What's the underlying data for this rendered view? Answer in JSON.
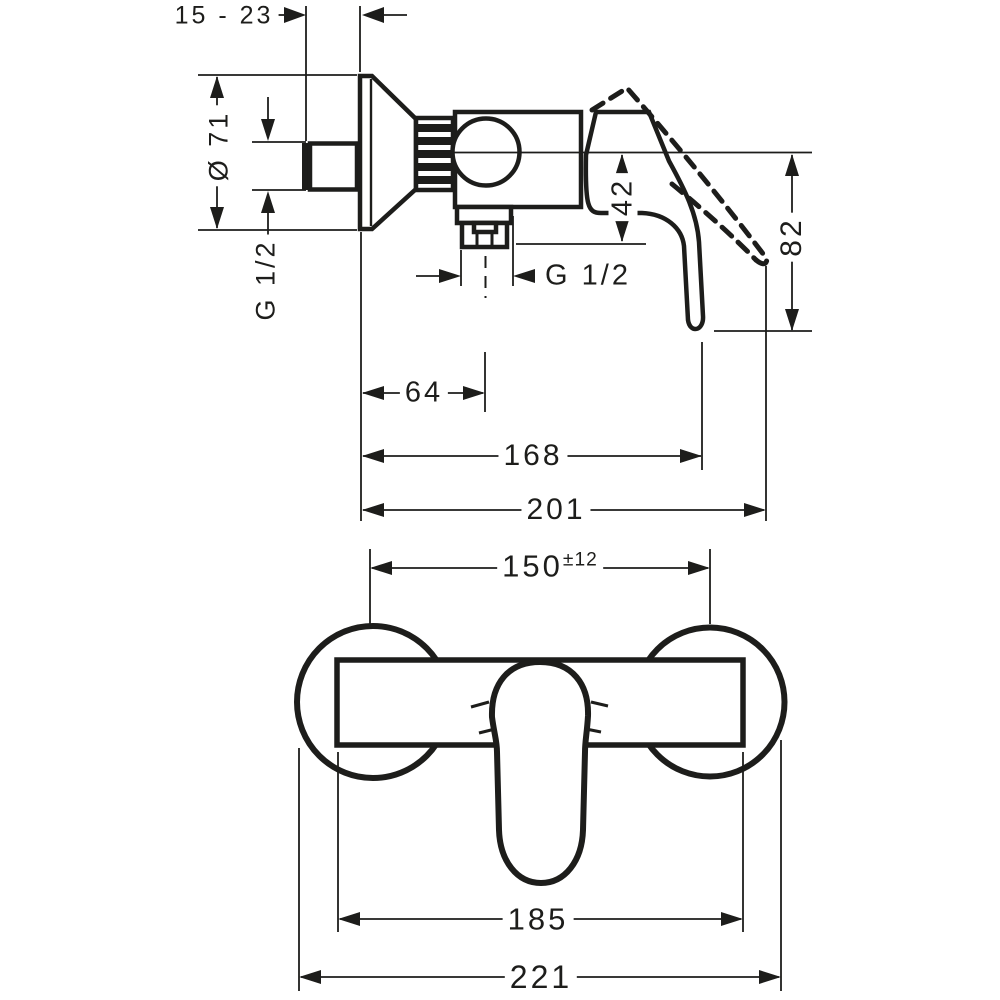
{
  "drawing": {
    "type": "technical-dimension-drawing",
    "product": "wall-mounted single-lever shower mixer, side view and front view",
    "colors": {
      "line": "#1d1d1b",
      "background": "#ffffff"
    },
    "side_view": {
      "labels": {
        "depth_range": "15 - 23",
        "escutcheon_diameter": "Ø 71",
        "wall_thread": "G 1/2",
        "outlet_drop": "42",
        "outlet_thread": "G 1/2",
        "wall_to_outlet": "64",
        "wall_to_handle_tip": "168",
        "total_depth": "201",
        "handle_span": "82"
      }
    },
    "front_view": {
      "labels": {
        "connection_centers": "150",
        "connection_tolerance": "±12",
        "body_width": "185",
        "overall_width": "221"
      }
    }
  }
}
